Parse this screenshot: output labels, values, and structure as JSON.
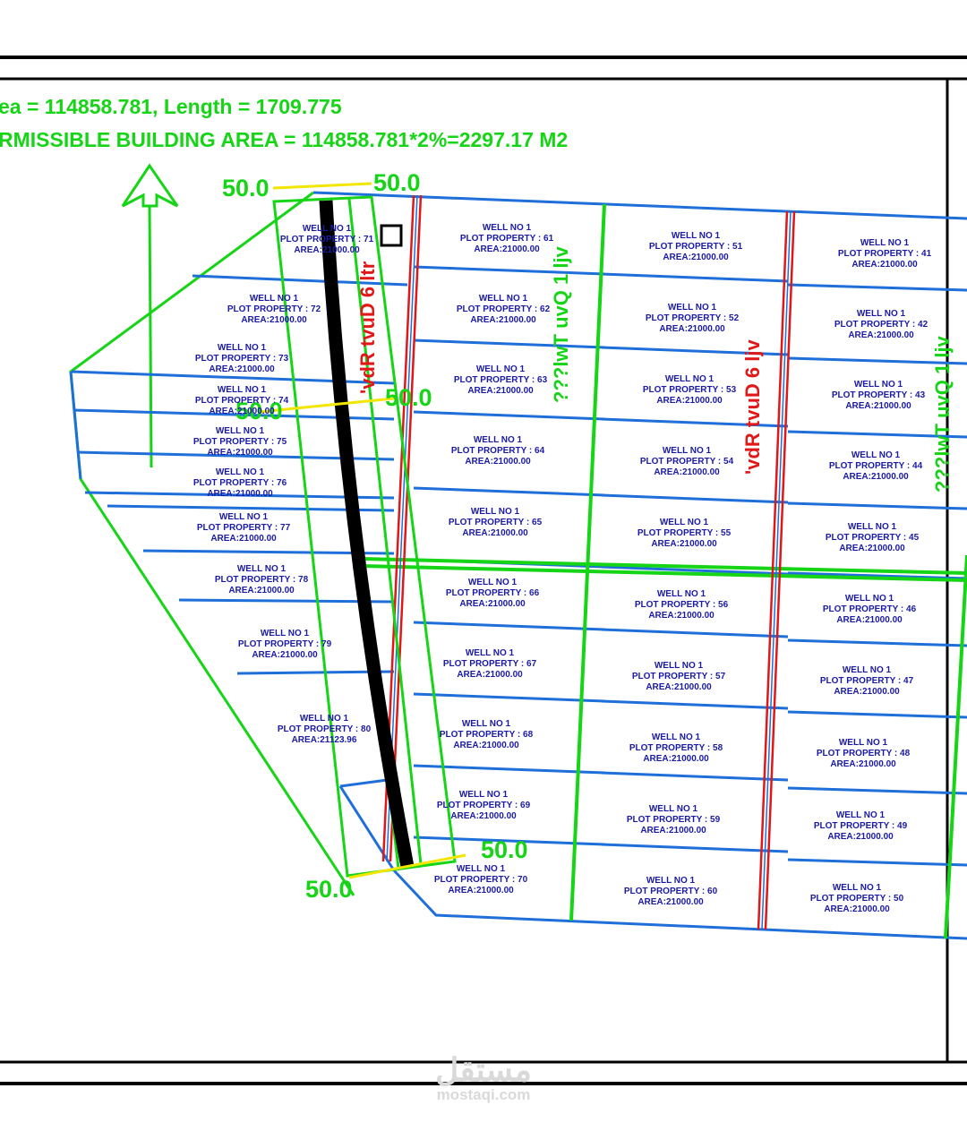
{
  "header": {
    "area_line": "ea = 114858.781, Length = 1709.775",
    "building_line": "RMISSIBLE BUILDING AREA = 114858.781*2%=2297.17 M2"
  },
  "plots": [
    {
      "well": "WELL NO 1",
      "plot": "PLOT PROPERTY : 71",
      "area": "AREA:21000.00"
    },
    {
      "well": "WELL NO 1",
      "plot": "PLOT PROPERTY : 72",
      "area": "AREA:21000.00"
    },
    {
      "well": "WELL NO 1",
      "plot": "PLOT PROPERTY : 73",
      "area": "AREA:21000.00"
    },
    {
      "well": "WELL NO 1",
      "plot": "PLOT PROPERTY : 74",
      "area": "AREA:21000.00"
    },
    {
      "well": "WELL NO 1",
      "plot": "PLOT PROPERTY : 75",
      "area": "AREA:21000.00"
    },
    {
      "well": "WELL NO 1",
      "plot": "PLOT PROPERTY : 76",
      "area": "AREA:21000.00"
    },
    {
      "well": "WELL NO 1",
      "plot": "PLOT PROPERTY : 77",
      "area": "AREA:21000.00"
    },
    {
      "well": "WELL NO 1",
      "plot": "PLOT PROPERTY : 78",
      "area": "AREA:21000.00"
    },
    {
      "well": "WELL NO 1",
      "plot": "PLOT PROPERTY : 79",
      "area": "AREA:21000.00"
    },
    {
      "well": "WELL NO 1",
      "plot": "PLOT PROPERTY : 80",
      "area": "AREA:21123.96"
    },
    {
      "well": "WELL NO 1",
      "plot": "PLOT PROPERTY : 61",
      "area": "AREA:21000.00"
    },
    {
      "well": "WELL NO 1",
      "plot": "PLOT PROPERTY : 62",
      "area": "AREA:21000.00"
    },
    {
      "well": "WELL NO 1",
      "plot": "PLOT PROPERTY : 63",
      "area": "AREA:21000.00"
    },
    {
      "well": "WELL NO 1",
      "plot": "PLOT PROPERTY : 64",
      "area": "AREA:21000.00"
    },
    {
      "well": "WELL NO 1",
      "plot": "PLOT PROPERTY : 65",
      "area": "AREA:21000.00"
    },
    {
      "well": "WELL NO 1",
      "plot": "PLOT PROPERTY : 66",
      "area": "AREA:21000.00"
    },
    {
      "well": "WELL NO 1",
      "plot": "PLOT PROPERTY : 67",
      "area": "AREA:21000.00"
    },
    {
      "well": "WELL NO 1",
      "plot": "PLOT PROPERTY : 68",
      "area": "AREA:21000.00"
    },
    {
      "well": "WELL NO 1",
      "plot": "PLOT PROPERTY : 69",
      "area": "AREA:21000.00"
    },
    {
      "well": "WELL NO 1",
      "plot": "PLOT PROPERTY : 70",
      "area": "AREA:21000.00"
    },
    {
      "well": "WELL NO 1",
      "plot": "PLOT PROPERTY : 51",
      "area": "AREA:21000.00"
    },
    {
      "well": "WELL NO 1",
      "plot": "PLOT PROPERTY : 52",
      "area": "AREA:21000.00"
    },
    {
      "well": "WELL NO 1",
      "plot": "PLOT PROPERTY : 53",
      "area": "AREA:21000.00"
    },
    {
      "well": "WELL NO 1",
      "plot": "PLOT PROPERTY : 54",
      "area": "AREA:21000.00"
    },
    {
      "well": "WELL NO 1",
      "plot": "PLOT PROPERTY : 55",
      "area": "AREA:21000.00"
    },
    {
      "well": "WELL NO 1",
      "plot": "PLOT PROPERTY : 56",
      "area": "AREA:21000.00"
    },
    {
      "well": "WELL NO 1",
      "plot": "PLOT PROPERTY : 57",
      "area": "AREA:21000.00"
    },
    {
      "well": "WELL NO 1",
      "plot": "PLOT PROPERTY : 58",
      "area": "AREA:21000.00"
    },
    {
      "well": "WELL NO 1",
      "plot": "PLOT PROPERTY : 59",
      "area": "AREA:21000.00"
    },
    {
      "well": "WELL NO 1",
      "plot": "PLOT PROPERTY : 60",
      "area": "AREA:21000.00"
    },
    {
      "well": "WELL NO 1",
      "plot": "PLOT PROPERTY : 41",
      "area": "AREA:21000.00"
    },
    {
      "well": "WELL NO 1",
      "plot": "PLOT PROPERTY : 42",
      "area": "AREA:21000.00"
    },
    {
      "well": "WELL NO 1",
      "plot": "PLOT PROPERTY : 43",
      "area": "AREA:21000.00"
    },
    {
      "well": "WELL NO 1",
      "plot": "PLOT PROPERTY : 44",
      "area": "AREA:21000.00"
    },
    {
      "well": "WELL NO 1",
      "plot": "PLOT PROPERTY : 45",
      "area": "AREA:21000.00"
    },
    {
      "well": "WELL NO 1",
      "plot": "PLOT PROPERTY : 46",
      "area": "AREA:21000.00"
    },
    {
      "well": "WELL NO 1",
      "plot": "PLOT PROPERTY : 47",
      "area": "AREA:21000.00"
    },
    {
      "well": "WELL NO 1",
      "plot": "PLOT PROPERTY : 48",
      "area": "AREA:21000.00"
    },
    {
      "well": "WELL NO 1",
      "plot": "PLOT PROPERTY : 49",
      "area": "AREA:21000.00"
    },
    {
      "well": "WELL NO 1",
      "plot": "PLOT PROPERTY : 50",
      "area": "AREA:21000.00"
    }
  ],
  "dimensions": {
    "top_left": "50.0",
    "top_right": "50.0",
    "mid_left": "50.0",
    "mid_right": "50.0",
    "bottom_left": "50.0",
    "bottom_right": "50.0"
  },
  "road_labels": {
    "red_1": "'vdR tvuD 6 ltr",
    "red_2": "'vdR tvuD 6 ljv",
    "green_1": "???lwT uvQ 1 ljv",
    "green_2": "???lwT uvQ 1 ljv"
  },
  "watermark": {
    "arabic": "مستقل",
    "latin": "mostaqi.com"
  },
  "colors": {
    "plot_lines": "#1e6fd9",
    "boundary": "#16d416",
    "road_red": "#e01818",
    "road_black": "#000000",
    "dim_lines": "#f2e600",
    "plot_text": "#1a1aa6"
  }
}
